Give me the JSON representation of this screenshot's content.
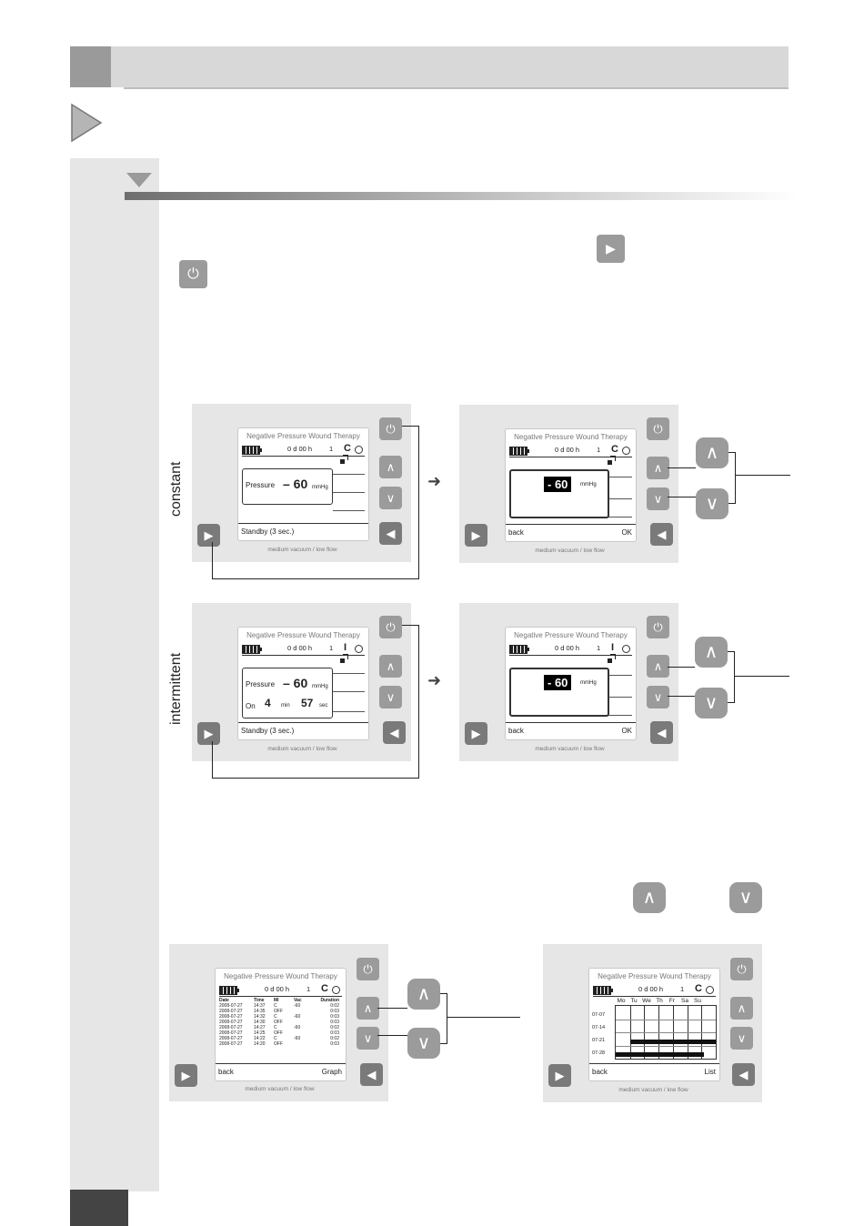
{
  "screen": {
    "title": "Negative Pressure Wound Therapy",
    "status_time": "0 d  00 h",
    "status_number": "1",
    "subtitle": "medium vacuum / low flow"
  },
  "constant": {
    "label": "constant",
    "pressure_label": "Pressure",
    "pressure_value": "– 60",
    "unit": "mmHg",
    "footer": "Standby (3 sec.)",
    "mode_icon": "C"
  },
  "intermittent": {
    "label": "intermittent",
    "pressure_label": "Pressure",
    "pressure_value": "– 60",
    "unit": "mmHg",
    "on_label": "On",
    "on_min": "4",
    "min_label": "min",
    "on_sec": "57",
    "sec_label": "sec",
    "footer": "Standby (3 sec.)",
    "mode_icon": "I"
  },
  "edit": {
    "value": "- 60",
    "unit": "mmHg",
    "back": "back",
    "ok": "OK"
  },
  "log": {
    "headers": [
      "Date",
      "Time",
      "MI",
      "Vac",
      "Duration"
    ],
    "rows": [
      [
        "2008-07-27",
        "14:37",
        "C",
        "-60",
        "0:02"
      ],
      [
        "2008-07-27",
        "14:35",
        "OFF",
        "",
        "0:03"
      ],
      [
        "2008-07-27",
        "14:32",
        "C",
        "-60",
        "0:03"
      ],
      [
        "2008-07-27",
        "14:30",
        "OFF",
        "",
        "0:03"
      ],
      [
        "2008-07-27",
        "14:27",
        "C",
        "-60",
        "0:02"
      ],
      [
        "2008-07-27",
        "14:25",
        "OFF",
        "",
        "0:03"
      ],
      [
        "2008-07-27",
        "14:22",
        "C",
        "-60",
        "0:02"
      ],
      [
        "2008-07-27",
        "14:20",
        "OFF",
        "",
        "0:03"
      ]
    ],
    "back": "back",
    "graph": "Graph"
  },
  "week": {
    "days": [
      "Mo",
      "Tu",
      "We",
      "Th",
      "Fr",
      "Sa",
      "Su"
    ],
    "rows": [
      "07-07",
      "07-14",
      "07-21",
      "07-28"
    ],
    "bars": [
      {
        "row": 2,
        "start_day": 1.0,
        "end_day": 3.0
      },
      {
        "row": 2,
        "start_day": 3.0,
        "end_day": 5.8
      },
      {
        "row": 2,
        "start_day": 5.8,
        "end_day": 7.0
      },
      {
        "row": 3,
        "start_day": 0,
        "end_day": 2.4
      },
      {
        "row": 3,
        "start_day": 2.4,
        "end_day": 5.0
      },
      {
        "row": 3,
        "start_day": 5.0,
        "end_day": 6.2
      }
    ],
    "back": "back",
    "list": "List"
  },
  "icons": {
    "power": "⏻",
    "right": "▶",
    "left": "◀",
    "up": "∧",
    "down": "∨",
    "arrow": "➜"
  }
}
